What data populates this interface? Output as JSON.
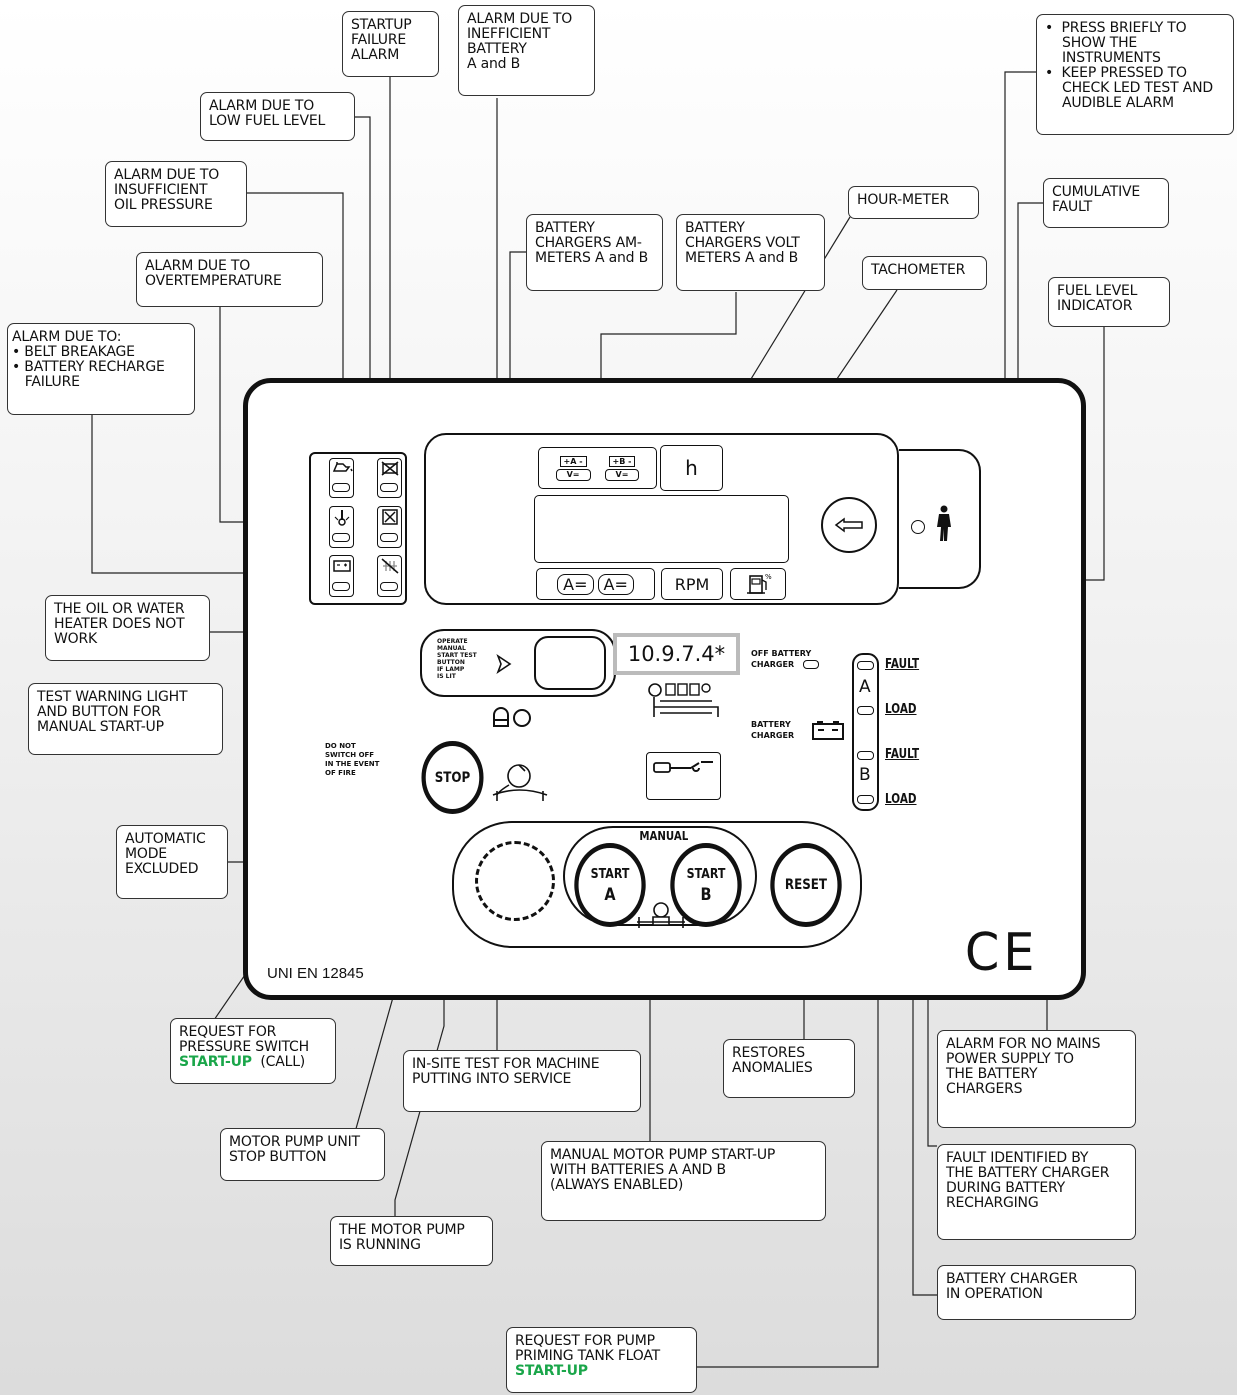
{
  "callouts": {
    "startup_failure": "STARTUP\nFAILURE\nALARM",
    "inefficient_battery": "ALARM DUE TO\nINEFFICIENT\nBATTERY\nA and B",
    "press_briefly": "•  PRESS BRIEFLY TO\n    SHOW THE\n    INSTRUMENTS\n•  KEEP PRESSED TO\n    CHECK LED TEST AND\n    AUDIBLE ALARM",
    "low_fuel": "ALARM DUE TO\nLOW FUEL LEVEL",
    "oil_pressure": "ALARM DUE TO\nINSUFFICIENT\nOIL PRESSURE",
    "hour_meter": "HOUR-METER",
    "cumulative_fault": "CUMULATIVE\nFAULT",
    "ammeters": "BATTERY\nCHARGERS AM-\nMETERS A and B",
    "voltmeters": "BATTERY\nCHARGERS VOLT\nMETERS A and B",
    "overtemperature": "ALARM DUE TO\nOVERTEMPERATURE",
    "tachometer": "TACHOMETER",
    "fuel_indicator": "FUEL LEVEL\nINDICATOR",
    "belt_breakage": "ALARM DUE TO:\n• BELT BREAKAGE\n• BATTERY RECHARGE\n   FAILURE",
    "heater": "THE OIL OR WATER\nHEATER DOES NOT\nWORK",
    "test_warning": "TEST WARNING LIGHT\nAND BUTTON FOR\nMANUAL START-UP",
    "automatic_excluded": "AUTOMATIC\nMODE\nEXCLUDED",
    "pressure_switch_1": "REQUEST FOR\nPRESSURE SWITCH\n",
    "pressure_switch_green": "START-UP",
    "pressure_switch_2": "  (CALL)",
    "insite_test": "IN-SITE TEST FOR MACHINE\nPUTTING INTO SERVICE",
    "restores": "RESTORES\nANOMALIES",
    "no_mains": "ALARM FOR NO MAINS\nPOWER SUPPLY TO\nTHE BATTERY\nCHARGERS",
    "stop_button": "MOTOR PUMP UNIT\nSTOP BUTTON",
    "manual_startup": "MANUAL MOTOR PUMP START-UP\nWITH BATTERIES A AND B\n(ALWAYS ENABLED)",
    "fault_identified": "FAULT IDENTIFIED BY\nTHE BATTERY CHARGER\nDURING BATTERY\nRECHARGING",
    "motor_running": "THE MOTOR PUMP\nIS RUNNING",
    "charger_operation": "BATTERY CHARGER\nIN OPERATION",
    "priming_1": "REQUEST FOR PUMP\nPRIMING TANK FLOAT\n",
    "priming_green": "START-UP"
  },
  "panel": {
    "label_a": "A",
    "label_b": "B",
    "hour_unit": "h",
    "ammeter_a": "A=",
    "ammeter_b": "A=",
    "rpm": "RPM",
    "volt_a_top": "+A -",
    "volt_b_top": "+B -",
    "volt_unit": "V=",
    "operate_text": "OPERATE\nMANUAL\nSTART TEST\nBUTTON\nIF LAMP\nIS LIT",
    "version": "10.9.7.4*",
    "off_battery_charger": "OFF BATTERY\nCHARGER",
    "battery_charger": "BATTERY\nCHARGER",
    "fault_a": "FAULT",
    "load_a": "LOAD",
    "fault_b": "FAULT",
    "load_b": "LOAD",
    "charger_a": "A",
    "charger_b": "B",
    "do_not_switch": "DO NOT\nSWITCH OFF\nIN THE EVENT\nOF FIRE",
    "stop": "STOP",
    "manual": "MANUAL",
    "start": "START",
    "start_a": "A",
    "start_b": "B",
    "reset": "RESET",
    "standard": "UNI EN 12845",
    "ce_mark": "CE"
  },
  "colors": {
    "accent_green": "#1aa64a",
    "outline": "#111111"
  }
}
